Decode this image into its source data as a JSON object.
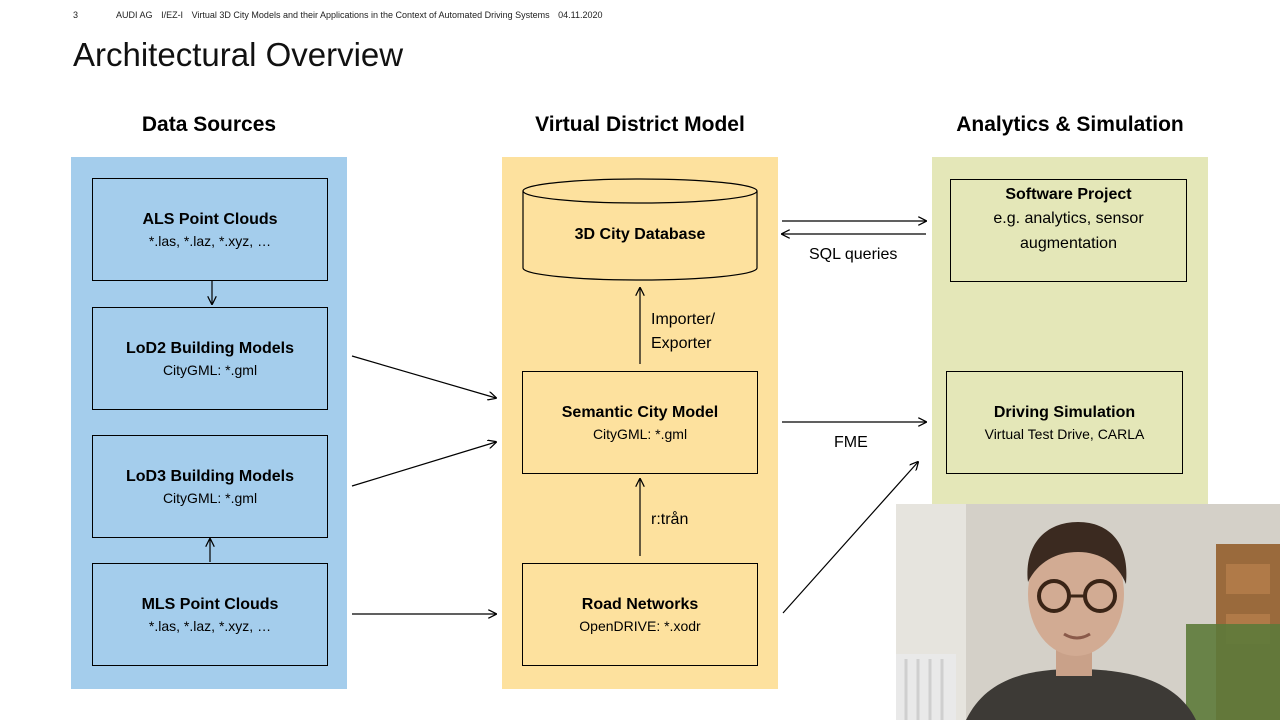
{
  "header": {
    "page_number": "3",
    "company": "AUDI AG",
    "department": "I/EZ-I",
    "talk_title": "Virtual 3D City Models and their Applications in the Context of Automated Driving Systems",
    "date": "04.11.2020"
  },
  "slide_title": "Architectural Overview",
  "columns": {
    "data_sources": "Data Sources",
    "virtual_district_model": "Virtual District Model",
    "analytics_simulation": "Analytics & Simulation"
  },
  "data_sources": {
    "als": {
      "title": "ALS Point Clouds",
      "subtitle": "*.las, *.laz, *.xyz, …"
    },
    "lod2": {
      "title": "LoD2 Building Models",
      "subtitle": "CityGML: *.gml"
    },
    "lod3": {
      "title": "LoD3 Building Models",
      "subtitle": "CityGML: *.gml"
    },
    "mls": {
      "title": "MLS Point Clouds",
      "subtitle": "*.las, *.laz, *.xyz, …"
    }
  },
  "district_model": {
    "database": {
      "title": "3D City Database"
    },
    "semantic": {
      "title": "Semantic City Model",
      "subtitle": "CityGML: *.gml"
    },
    "road": {
      "title": "Road Networks",
      "subtitle": "OpenDRIVE: *.xodr"
    }
  },
  "analytics": {
    "software": {
      "title": "Software Project",
      "subtitle_line1": "e.g. analytics, sensor",
      "subtitle_line2": "augmentation"
    },
    "driving": {
      "title": "Driving Simulation",
      "subtitle": "Virtual Test Drive, CARLA"
    }
  },
  "edge_labels": {
    "importer_line1": "Importer/",
    "importer_line2": "Exporter",
    "rtran": "r:trån",
    "sql": "SQL queries",
    "fme": "FME"
  },
  "colors": {
    "blue": "#a4cdec",
    "yellow": "#fde19e",
    "green": "#e4e7b8"
  }
}
